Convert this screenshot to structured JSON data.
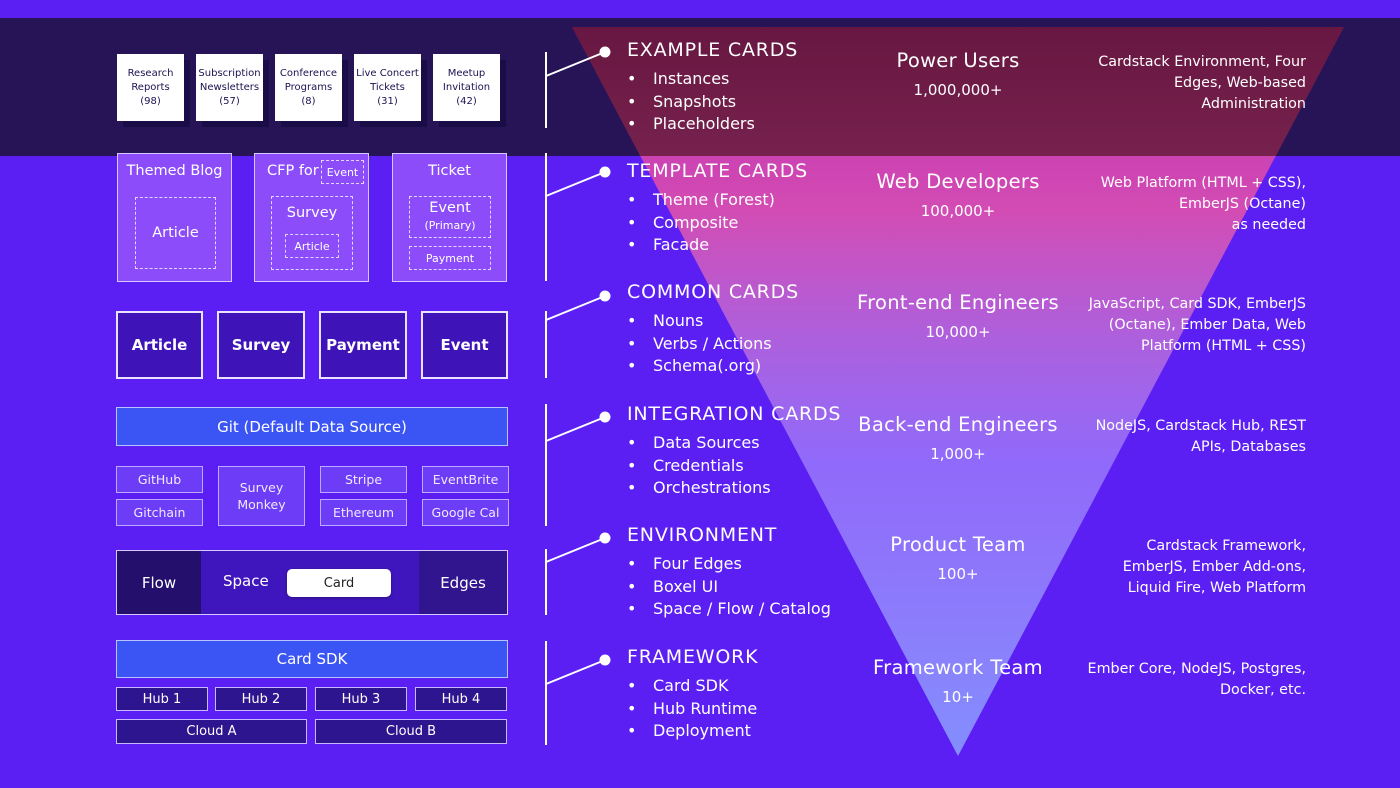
{
  "example_cards": [
    {
      "name": "Research",
      "name2": "Reports",
      "count": "(98)"
    },
    {
      "name": "Subscription",
      "name2": "Newsletters",
      "count": "(57)"
    },
    {
      "name": "Conference",
      "name2": "Programs",
      "count": "(8)"
    },
    {
      "name": "Live Concert",
      "name2": "Tickets",
      "count": "(31)"
    },
    {
      "name": "Meetup",
      "name2": "Invitation",
      "count": "(42)"
    }
  ],
  "template_cards": {
    "blog": {
      "title": "Themed Blog",
      "inner": "Article"
    },
    "cfp": {
      "title": "CFP for",
      "tag": "Event",
      "survey": "Survey",
      "article": "Article"
    },
    "ticket": {
      "title": "Ticket",
      "event": "Event",
      "primary": "(Primary)",
      "payment": "Payment"
    }
  },
  "common_cards": [
    "Article",
    "Survey",
    "Payment",
    "Event"
  ],
  "integration": {
    "git": "Git (Default Data Source)",
    "github": "GitHub",
    "gitchain": "Gitchain",
    "survey_monkey_1": "Survey",
    "survey_monkey_2": "Monkey",
    "stripe": "Stripe",
    "ethereum": "Ethereum",
    "eventbrite": "EventBrite",
    "google_cal": "Google Cal"
  },
  "environment": {
    "flow": "Flow",
    "space": "Space",
    "card": "Card",
    "edges": "Edges"
  },
  "framework": {
    "sdk": "Card SDK",
    "hubs": [
      "Hub 1",
      "Hub 2",
      "Hub 3",
      "Hub 4"
    ],
    "clouds": [
      "Cloud A",
      "Cloud B"
    ]
  },
  "sections": [
    {
      "title": "EXAMPLE CARDS",
      "items": [
        "Instances",
        "Snapshots",
        "Placeholders"
      ]
    },
    {
      "title": "TEMPLATE CARDS",
      "items": [
        "Theme (Forest)",
        "Composite",
        "Facade"
      ]
    },
    {
      "title": "COMMON CARDS",
      "items": [
        "Nouns",
        "Verbs / Actions",
        "Schema(.org)"
      ]
    },
    {
      "title": "INTEGRATION CARDS",
      "items": [
        "Data Sources",
        "Credentials",
        "Orchestrations"
      ]
    },
    {
      "title": "ENVIRONMENT",
      "items": [
        "Four Edges",
        "Boxel UI",
        "Space / Flow / Catalog"
      ]
    },
    {
      "title": "FRAMEWORK",
      "items": [
        "Card SDK",
        "Hub Runtime",
        "Deployment"
      ]
    }
  ],
  "roles": [
    {
      "name": "Power Users",
      "count": "1,000,000+",
      "tech": [
        "Cardstack Environment, Four",
        "Edges, Web-based",
        "Administration"
      ]
    },
    {
      "name": "Web Developers",
      "count": "100,000+",
      "tech": [
        "Web Platform (HTML + CSS),",
        "EmberJS (Octane)",
        "as needed"
      ]
    },
    {
      "name": "Front-end Engineers",
      "count": "10,000+",
      "tech": [
        "JavaScript, Card SDK, EmberJS",
        "(Octane), Ember Data, Web",
        "Platform (HTML + CSS)"
      ]
    },
    {
      "name": "Back-end Engineers",
      "count": "1,000+",
      "tech": [
        "NodeJS, Cardstack Hub, REST",
        "APIs, Databases"
      ]
    },
    {
      "name": "Product Team",
      "count": "100+",
      "tech": [
        "Cardstack Framework,",
        "EmberJS, Ember Add-ons,",
        "Liquid Fire, Web Platform"
      ]
    },
    {
      "name": "Framework Team",
      "count": "10+",
      "tech": [
        "Ember Core, NodeJS, Postgres,",
        "Docker, etc."
      ]
    }
  ],
  "colors": {
    "background": "#5b1ef3",
    "top_band": "#261457",
    "funnel_top": "#f0508e",
    "funnel_bottom": "#9aa6ff",
    "integration_bar": "#3b55f5"
  }
}
